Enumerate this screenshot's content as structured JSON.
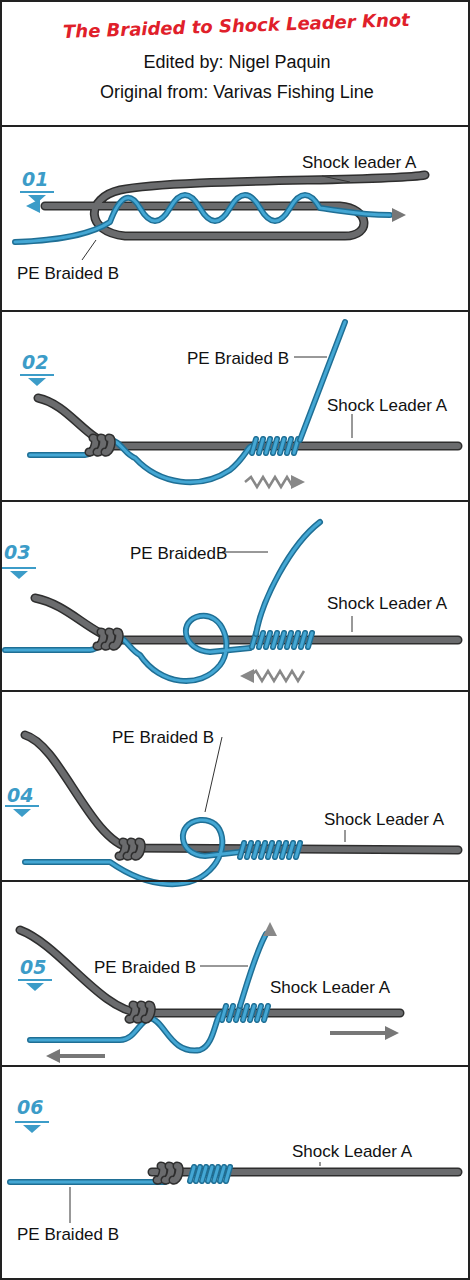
{
  "diagram": {
    "title": "The Braided to Shock Leader Knot",
    "nodes": [
      {
        "text": [
          "Edited by: Nigel Paquin",
          "Original from: Varivas Fishing Line"
        ]
      },
      {
        "text": [
          "01",
          "Shock leader A",
          "PE Braided B"
        ]
      },
      {
        "text": [
          "02",
          "PE Braided B",
          "Shock Leader A"
        ]
      },
      {
        "text": [
          "03",
          "PE BraidedB",
          "Shock Leader A"
        ]
      },
      {
        "text": [
          "04",
          "PE Braided B",
          "Shock Leader A"
        ]
      },
      {
        "text": [
          "05",
          "PE Braided B",
          "Shock Leader A"
        ]
      },
      {
        "text": [
          "06",
          "Shock Leader A",
          "PE Braided B"
        ]
      }
    ]
  }
}
